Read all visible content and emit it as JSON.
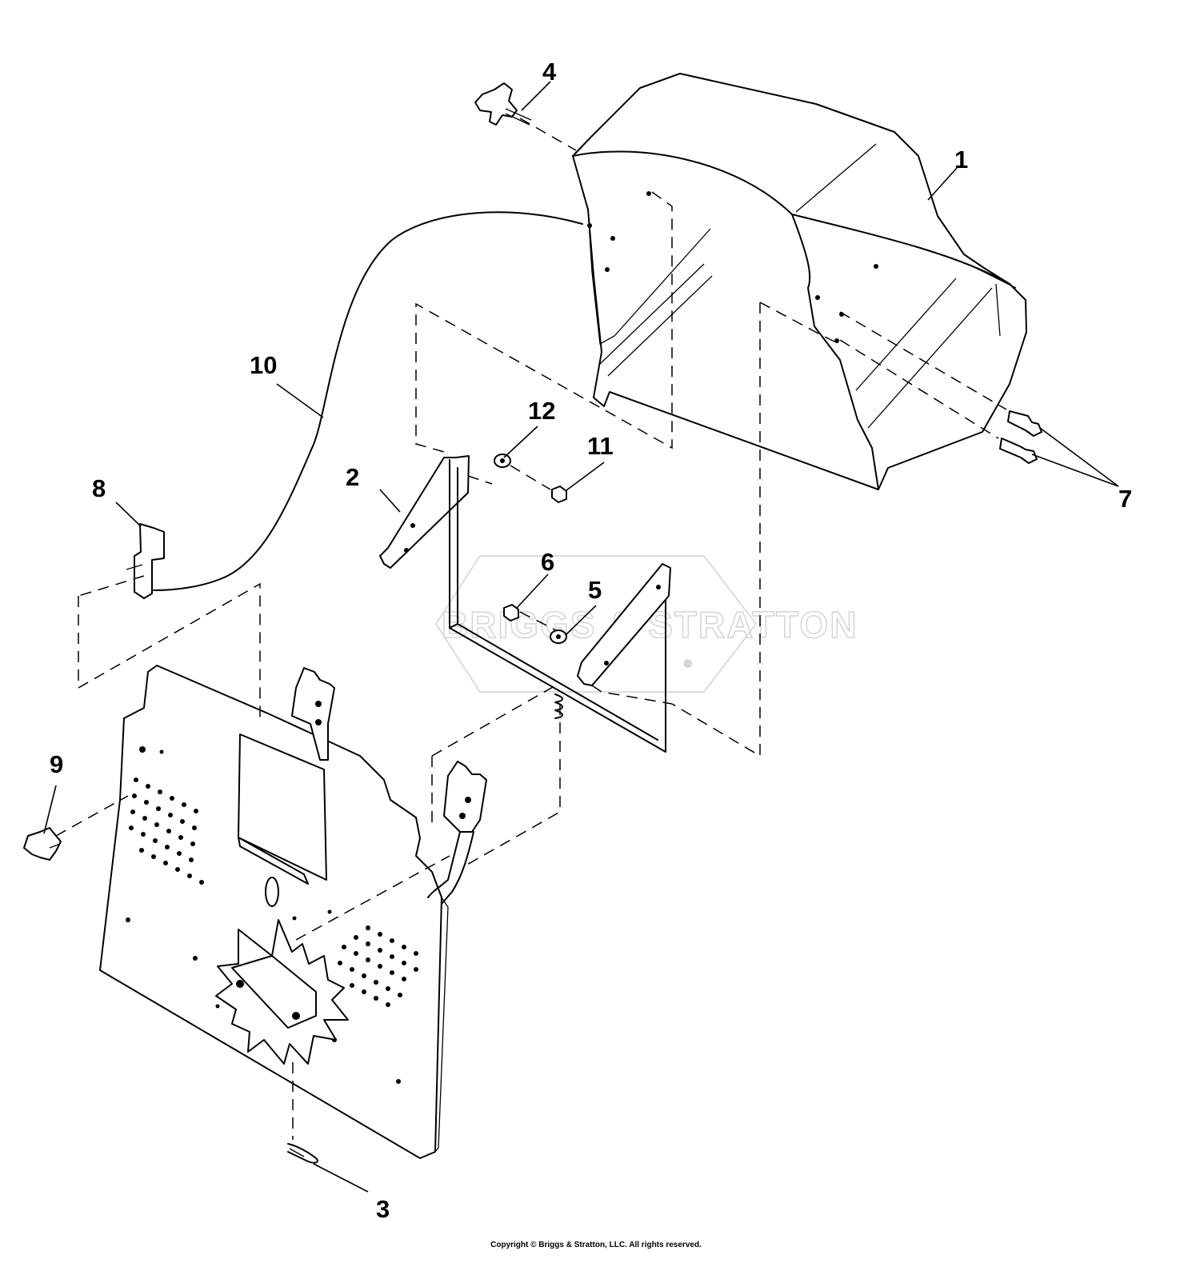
{
  "watermark": {
    "text": "BRIGGS & STRATTON",
    "mark": "®"
  },
  "callouts": [
    {
      "id": "1",
      "label": "1"
    },
    {
      "id": "2",
      "label": "2"
    },
    {
      "id": "3",
      "label": "3"
    },
    {
      "id": "4",
      "label": "4"
    },
    {
      "id": "5",
      "label": "5"
    },
    {
      "id": "6",
      "label": "6"
    },
    {
      "id": "7",
      "label": "7"
    },
    {
      "id": "8",
      "label": "8"
    },
    {
      "id": "9",
      "label": "9"
    },
    {
      "id": "10",
      "label": "10"
    },
    {
      "id": "11",
      "label": "11"
    },
    {
      "id": "12",
      "label": "12"
    }
  ],
  "copyright": "Copyright © Briggs & Stratton, LLC. All rights reserved."
}
